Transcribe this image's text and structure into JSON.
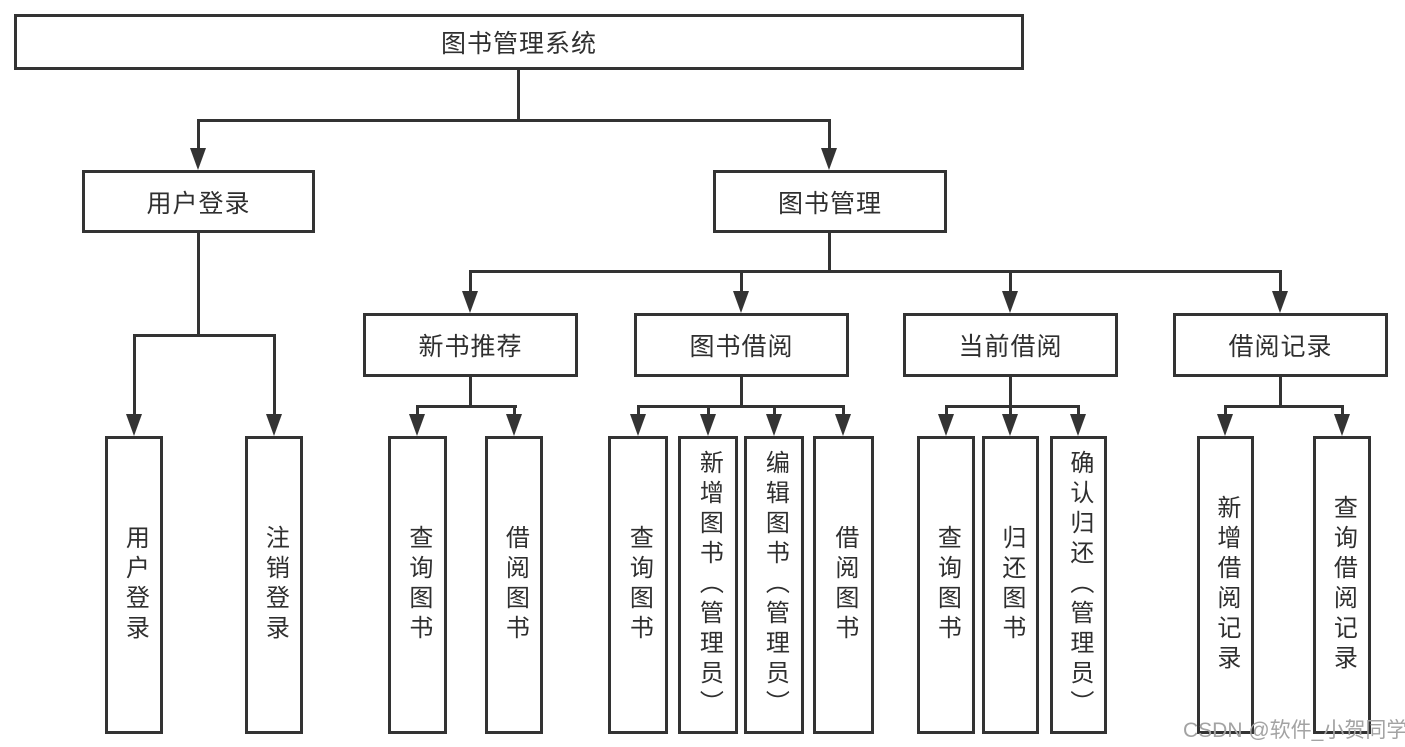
{
  "diagram": {
    "type": "hierarchy-tree",
    "background": "#ffffff",
    "line_color": "#333333",
    "text_color": "#2f2f2f",
    "watermark": {
      "text": "CSDN @软件_小贺同学",
      "color": "#a3a3a3"
    },
    "tree": {
      "root": {
        "label": "图书管理系统",
        "children": [
          {
            "label": "用户登录",
            "children": [
              {
                "label": "用户登录"
              },
              {
                "label": "注销登录"
              }
            ]
          },
          {
            "label": "图书管理",
            "children": [
              {
                "label": "新书推荐",
                "children": [
                  {
                    "label": "查询图书"
                  },
                  {
                    "label": "借阅图书"
                  }
                ]
              },
              {
                "label": "图书借阅",
                "children": [
                  {
                    "label": "查询图书"
                  },
                  {
                    "label": "新增图书（管理员）"
                  },
                  {
                    "label": "编辑图书（管理员）"
                  },
                  {
                    "label": "借阅图书"
                  }
                ]
              },
              {
                "label": "当前借阅",
                "children": [
                  {
                    "label": "查询图书"
                  },
                  {
                    "label": "归还图书"
                  },
                  {
                    "label": "确认归还（管理员）"
                  }
                ]
              },
              {
                "label": "借阅记录",
                "children": [
                  {
                    "label": "新增借阅记录"
                  },
                  {
                    "label": "查询借阅记录"
                  }
                ]
              }
            ]
          }
        ]
      }
    }
  }
}
